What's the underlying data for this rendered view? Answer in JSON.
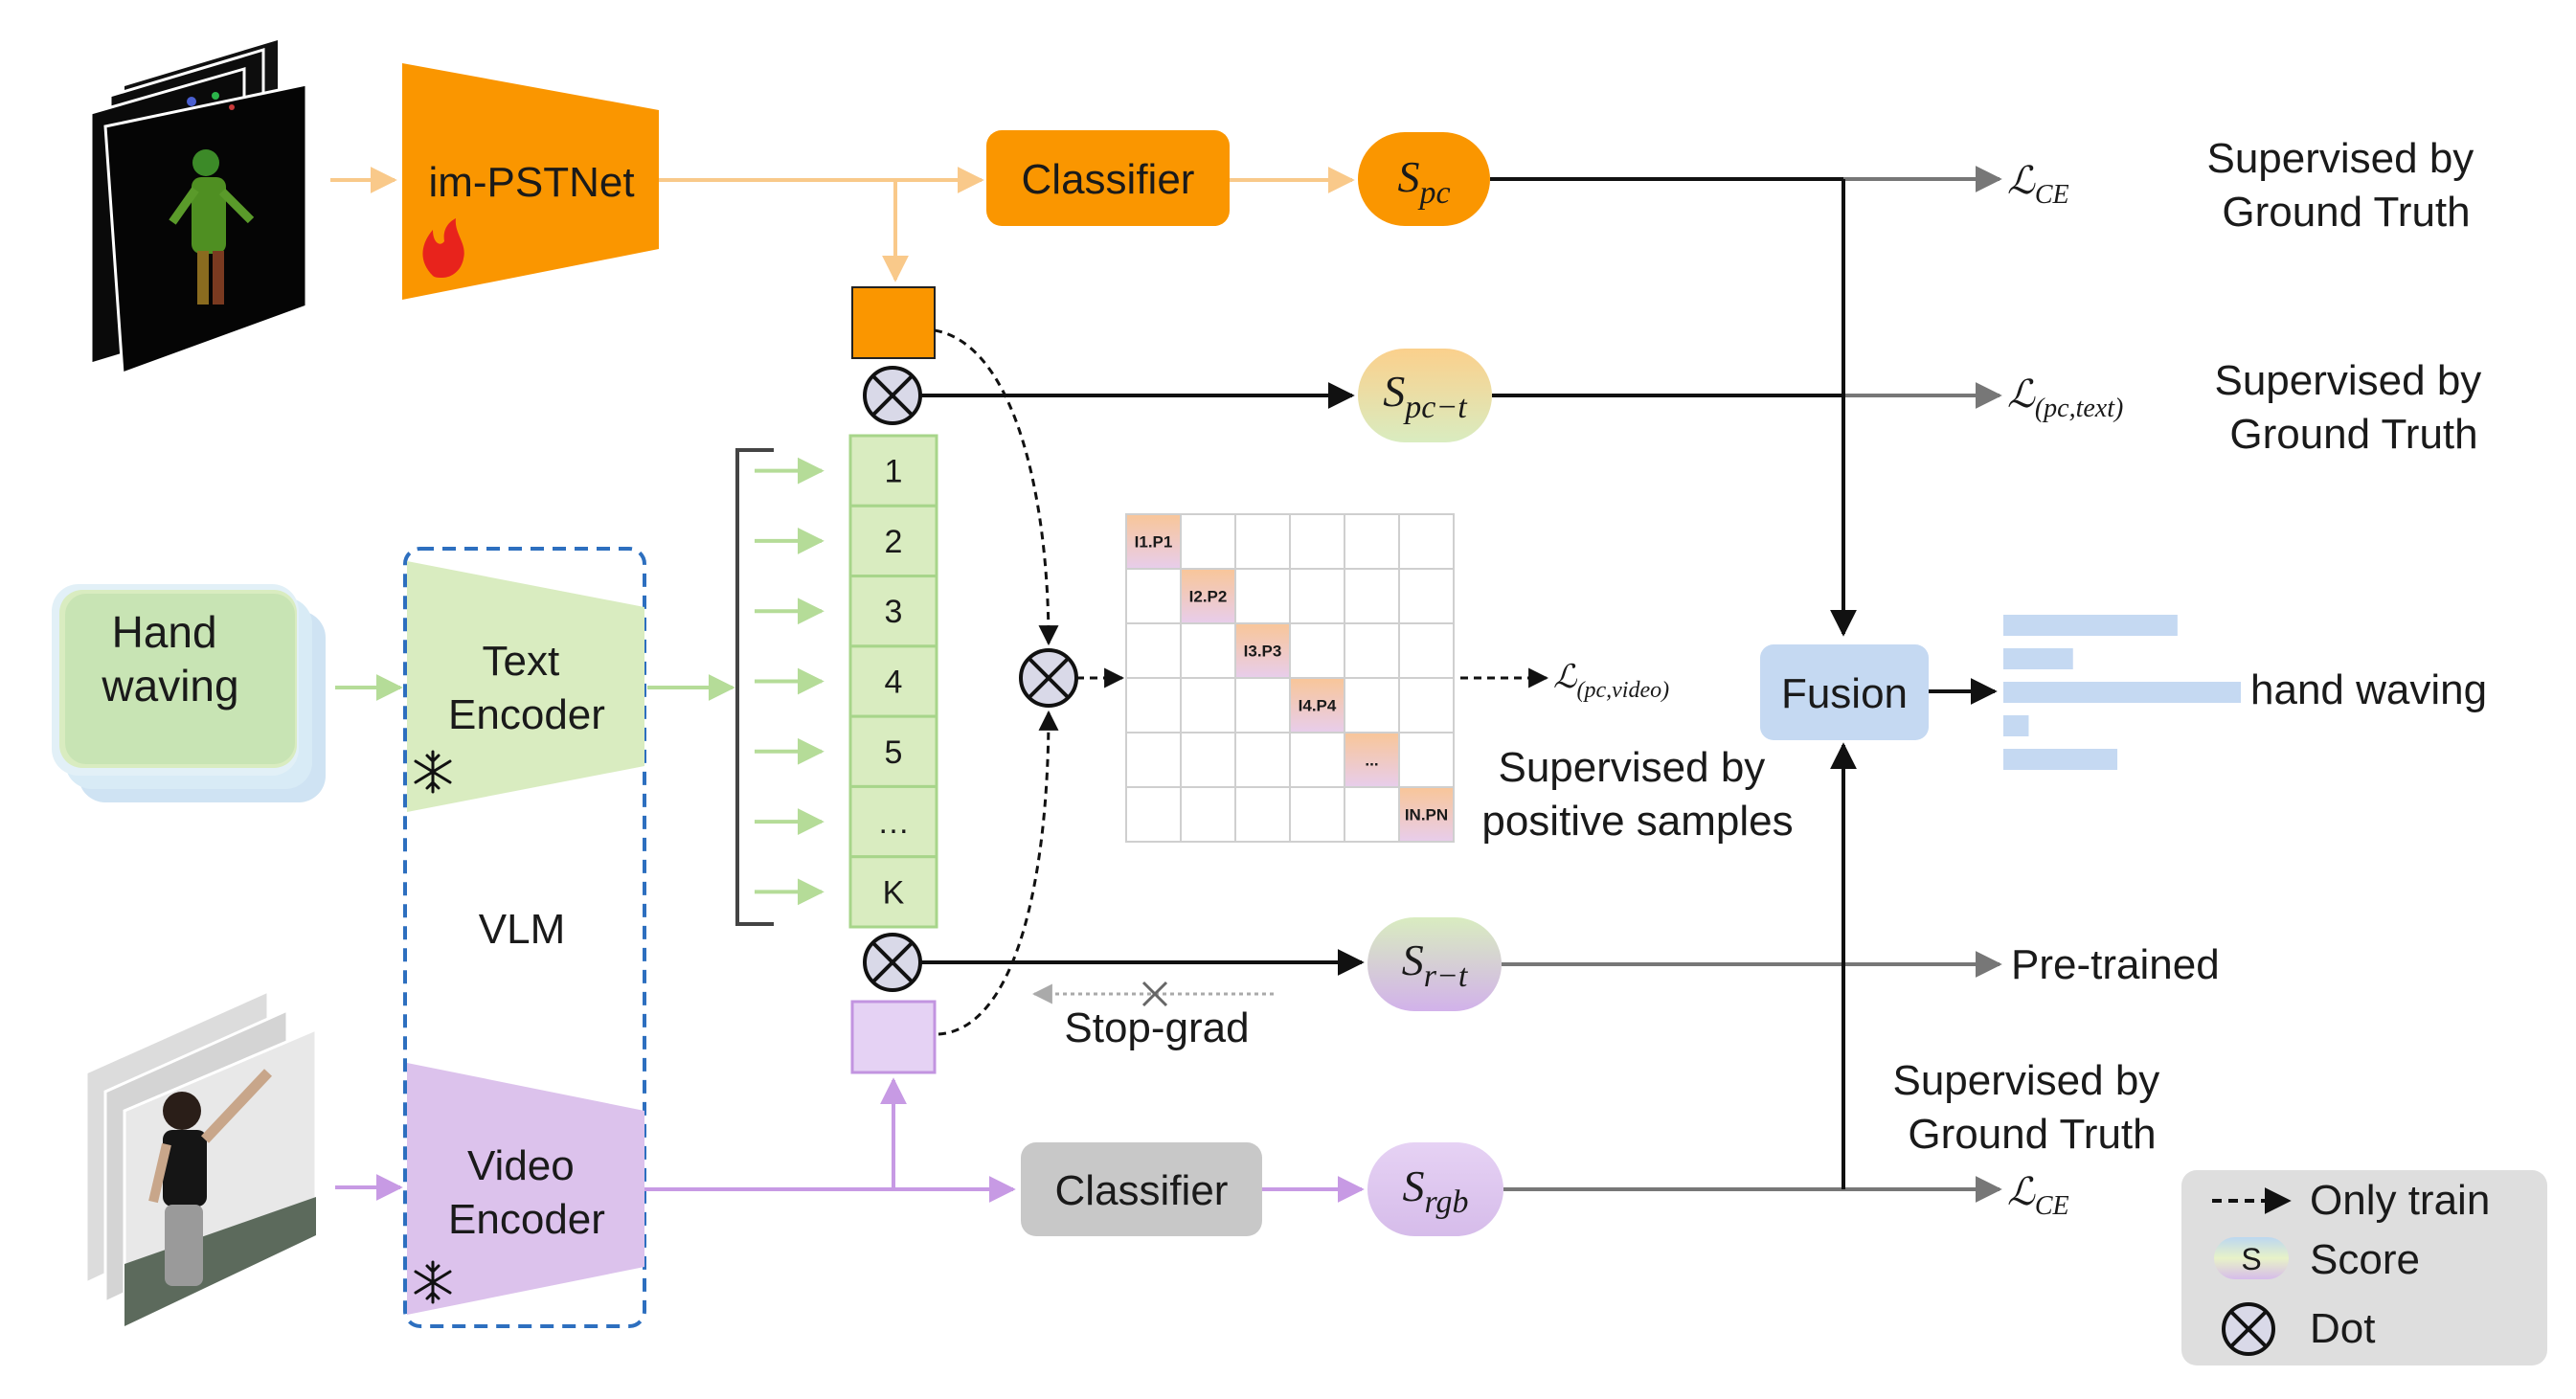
{
  "inputs": {
    "point_cloud": "point-cloud-frames",
    "text": "Hand\nwaving",
    "video": "rgb-video-frames"
  },
  "branches": {
    "pc_encoder": "im-PSTNet",
    "pc_classifier": "Classifier",
    "rgb_classifier": "Classifier",
    "text_encoder": "Text\nEncoder",
    "video_encoder": "Video\nEncoder",
    "vlm": "VLM",
    "fusion": "Fusion"
  },
  "scores": {
    "s_pc": "S_pc",
    "s_pc_t": "S_pc−t",
    "s_r_t": "S_r−t",
    "s_rgb": "S_rgb"
  },
  "text_features": [
    "1",
    "2",
    "3",
    "4",
    "5",
    "…",
    "K"
  ],
  "similarity_matrix": {
    "size": 6,
    "diagonal_labels": [
      "I1.P1",
      "I2.P2",
      "I3.P3",
      "I4.P4",
      "...",
      "IN.PN"
    ]
  },
  "losses": {
    "ce_top": "ℒ_CE",
    "pc_text": "ℒ_(pc,text)",
    "pc_video": "ℒ_(pc,video)",
    "ce_bottom": "ℒ_CE"
  },
  "annotations": {
    "supervised_gt_1": "Supervised by\nGround Truth",
    "supervised_gt_2": "Supervised by\nGround Truth",
    "supervised_pos": "Supervised by\npositive samples",
    "pretrained": "Pre-trained",
    "stop_grad": "Stop-grad",
    "supervised_gt_3": "Supervised by\nGround Truth"
  },
  "output": {
    "prediction": "hand waving",
    "bar_values": [
      0.55,
      0.22,
      0.75,
      0.08,
      0.36
    ]
  },
  "legend": {
    "only_train": "Only train",
    "score_symbol": "S",
    "score": "Score",
    "dot": "Dot"
  },
  "colors": {
    "orange": "#fa9600",
    "orange_light": "#fccb86",
    "green": "#d9ecc0",
    "green_border": "#a7d58a",
    "purple": "#dcc2ec",
    "purple_border": "#b48ad6",
    "fusion": "#c5d9f2",
    "classifier_gray": "#c8c8c8",
    "legend_bg": "#dedede",
    "bar_blue": "#c5d9f2"
  }
}
